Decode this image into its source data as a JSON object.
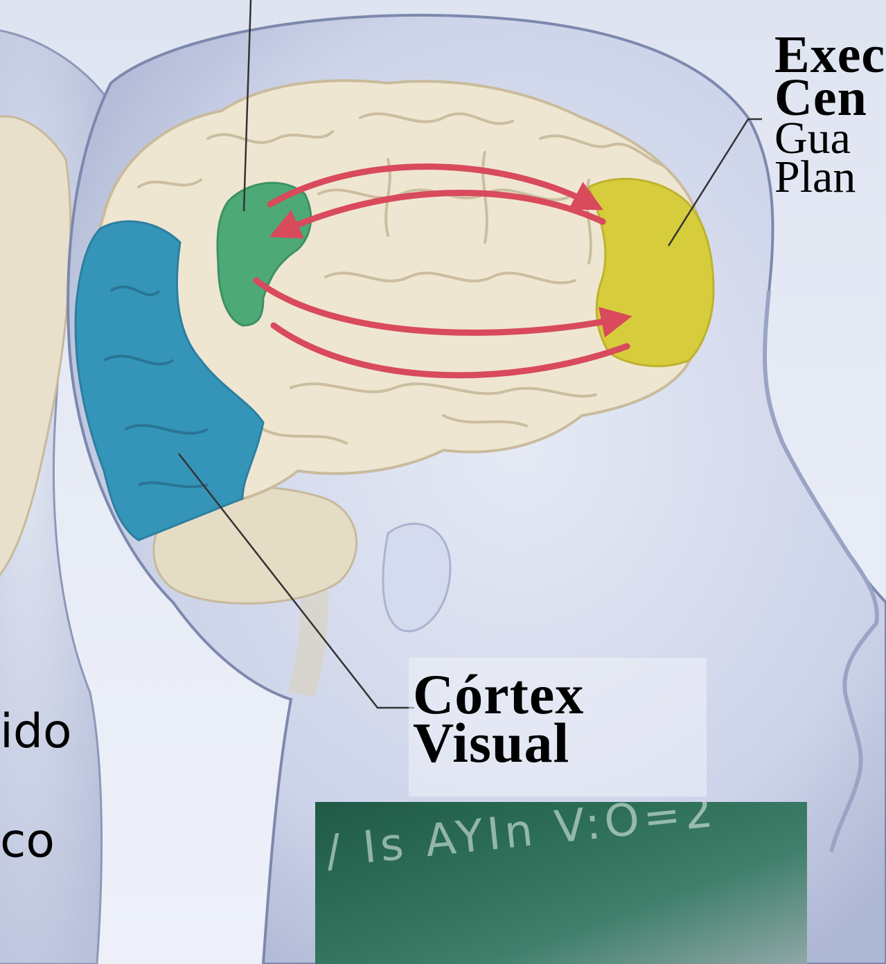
{
  "labels": {
    "executive_line1": "Exec",
    "executive_line2": "Cen",
    "executive_line3": "Gua",
    "executive_line4": "Plan",
    "cortex_line1": "Córtex",
    "cortex_line2": "Visual",
    "left_line1": "ido",
    "left_line2": "co"
  },
  "chalkboard": {
    "scribble": "/ Is AYIn V:O=2"
  },
  "colors": {
    "visual_cortex": "#3495b8",
    "parietal_region": "#4daa77",
    "prefrontal_region": "#d6cc3c",
    "arrows": "#d84a5c",
    "brain": "#efe6d2",
    "head": "#c8d0e6"
  }
}
